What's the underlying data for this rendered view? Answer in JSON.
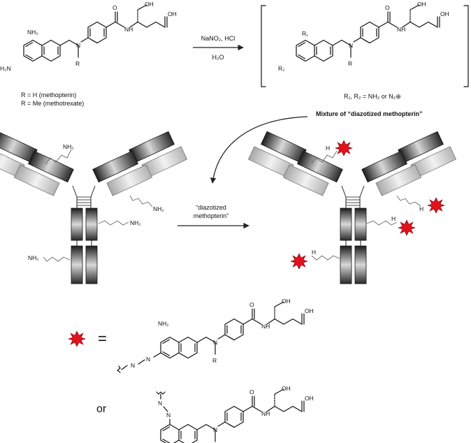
{
  "reaction": {
    "reagent_top": "NaNO₂, HCl",
    "reagent_bottom": "H₂O"
  },
  "substrate_legend": {
    "line1": "R = H (methopterin)",
    "line2": "R = Me (methotrexate)"
  },
  "intermediate": {
    "substituents": "R₁, R₂ = NH₂ or N₂⊕",
    "mixture_label": "Mixture of “diazotized methopterin”"
  },
  "conjugation_reagent": {
    "line1": "“diazotized",
    "line2": "methopterin”"
  },
  "atoms": {
    "nh2": "NH₂",
    "h2n": "H₂N",
    "n": "N",
    "nh": "NH",
    "h": "H",
    "o": "O",
    "oh": "OH",
    "r": "R",
    "r1": "R₁",
    "r2": "R₂"
  },
  "legend": {
    "equals": "=",
    "or": "or",
    "star_color": "#e0121e"
  },
  "colors": {
    "heavy_chain_dark": "#3a3a3a",
    "light_chain": "#cfcfcf"
  }
}
